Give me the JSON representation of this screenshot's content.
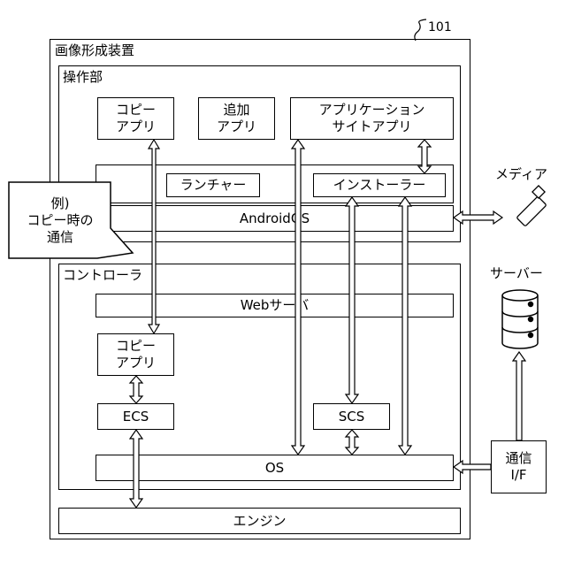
{
  "ref_number": "101",
  "device": {
    "title": "画像形成装置"
  },
  "operation_unit": {
    "title": "操作部",
    "copy_app": [
      "コピー",
      "アプリ"
    ],
    "add_app": [
      "追加",
      "アプリ"
    ],
    "app_site_app": [
      "アプリケーション",
      "サイトアプリ"
    ],
    "launcher": "ランチャー",
    "installer": "インストーラー",
    "android_os": "AndroidOS"
  },
  "callout": [
    "例)",
    "コピー時の",
    "通信"
  ],
  "media": {
    "label": "メディア"
  },
  "server": {
    "label": "サーバー"
  },
  "controller": {
    "title": "コントローラ",
    "web_server": "Webサーバ",
    "copy_app": [
      "コピー",
      "アプリ"
    ],
    "ecs": "ECS",
    "scs": "SCS",
    "os": "OS"
  },
  "comm_if": [
    "通信",
    "I/F"
  ],
  "engine": "エンジン"
}
